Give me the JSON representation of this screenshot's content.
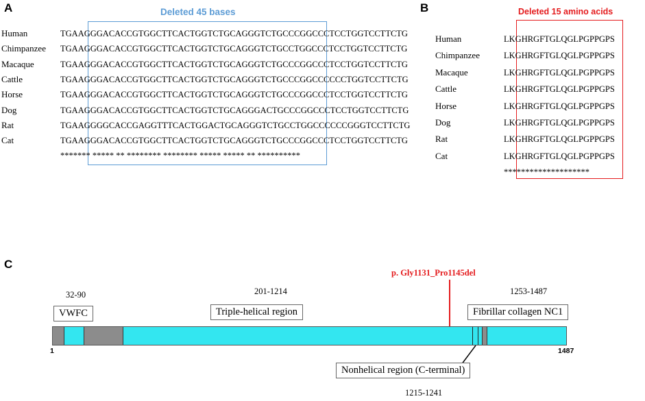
{
  "panelA": {
    "letter": "A",
    "caption": "Deleted 45  bases",
    "species": [
      "Human",
      "Chimpanzee",
      "Macaque",
      "Cattle",
      "Horse",
      "Dog",
      "Rat",
      "Cat"
    ],
    "sequences": [
      "TGAAGGGACACCGTGGCTTCACTGGTCTGCAGGGTCTGCCCGGCCCTCCTGGTCCTTCTG",
      "TGAAGGGACACCGTGGCTTCACTGGTCTGCAGGGTCTGCCTGGCCCTCCTGGTCCTTCTG",
      "TGAAGGGACACCGTGGCTTCACTGGTCTGCAGGGTCTGCCCGGCCCTCCTGGTCCTTCTG",
      "TGAAGGGACACCGTGGCTTCACTGGTCTGCAGGGTCTGCCCGGCCCCCCTGGTCCTTCTG",
      "TGAAGGGACACCGTGGCTTCACTGGTCTGCAGGGTCTGCCCGGCCCTCCTGGTCCTTCTG",
      "TGAAGGGACACCGTGGCTTCACTGGTCTGCAGGGACTGCCCGGCCCTCCTGGTCCTTCTG",
      "TGAAGGGGCACCGAGGTTTCACTGGACTGCAGGGTCTGCCTGGCCCCCCGGGTCCTTCTG",
      "TGAAGGGACACCGTGGCTTCACTGGTCTGCAGGGTCTGCCCGGCCCTCCTGGTCCTTCTG"
    ],
    "conservation": "******* ***** ** ******** ******** ***** ***** ** **********"
  },
  "panelB": {
    "letter": "B",
    "caption": "Deleted 15 amino acids",
    "species": [
      "Human",
      "Chimpanzee",
      "Macaque",
      "Cattle",
      "Horse",
      "Dog",
      "Rat",
      "Cat"
    ],
    "sequences": [
      "LKGHRGFTGLQGLPGPPGPS",
      "LKGHRGFTGLQGLPGPPGPS",
      "LKGHRGFTGLQGLPGPPGPS",
      "LKGHRGFTGLQGLPGPPGPS",
      "LKGHRGFTGLQGLPGPPGPS",
      "LKGHRGFTGLQGLPGPPGPS",
      "LKGHRGFTGLQGLPGPPGPS",
      "LKGHRGFTGLQGLPGPPGPS"
    ],
    "conservation": "********************"
  },
  "panelC": {
    "letter": "C",
    "mutation": "p. Gly1131_Pro1145del",
    "start_label": "1",
    "end_label": "1487",
    "domains": {
      "vwfc": {
        "name": "VWFC",
        "range": "32-90"
      },
      "triple": {
        "name": "Triple-helical region",
        "range": "201-1214"
      },
      "nc1": {
        "name": "Fibrillar collagen NC1",
        "range": "1253-1487"
      },
      "nonhelical": {
        "name": "Nonhelical region (C-terminal)",
        "range": "1215-1241"
      }
    },
    "colors": {
      "bar": "#33e6f0",
      "grey": "#8c8c8c",
      "mutation": "#e41a1c"
    }
  },
  "colors": {
    "blue_box": "#5b9bd5",
    "red_box": "#e41a1c"
  }
}
